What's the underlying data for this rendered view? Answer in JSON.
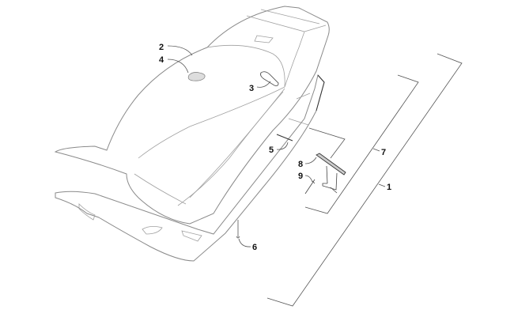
{
  "diagram": {
    "title": "Seat assembly exploded parts diagram",
    "callouts": [
      {
        "id": "1",
        "label": "1"
      },
      {
        "id": "2",
        "label": "2"
      },
      {
        "id": "3",
        "label": "3"
      },
      {
        "id": "4",
        "label": "4"
      },
      {
        "id": "5",
        "label": "5"
      },
      {
        "id": "6",
        "label": "6"
      },
      {
        "id": "7",
        "label": "7"
      },
      {
        "id": "8",
        "label": "8"
      },
      {
        "id": "9",
        "label": "9"
      }
    ]
  }
}
